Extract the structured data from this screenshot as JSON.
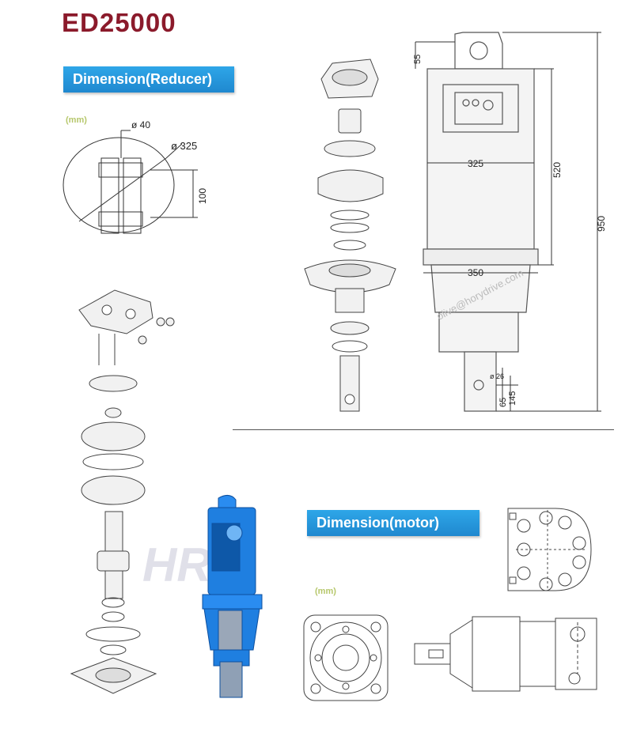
{
  "title": "ED25000",
  "reducer": {
    "tag": "Dimension(Reducer)",
    "unit": "(mm)",
    "dim_shaft": "ø 40",
    "dim_circle": "ø 325",
    "dim_height": "100"
  },
  "drawing": {
    "dim_top": "55",
    "dim_width": "325",
    "dim_body": "520",
    "dim_flange": "350",
    "dim_total": "950",
    "dim_pin": "ø 26",
    "dim_pin_pos": "65",
    "dim_shaft_len": "145",
    "watermark": "olive@horydrive.com"
  },
  "motor": {
    "tag": "Dimension(motor)",
    "unit": "(mm)"
  },
  "logo": "HR",
  "colors": {
    "title": "#8b1a2b",
    "tag": "#2196d9",
    "product": "#1f7fe0",
    "line": "#333333"
  }
}
